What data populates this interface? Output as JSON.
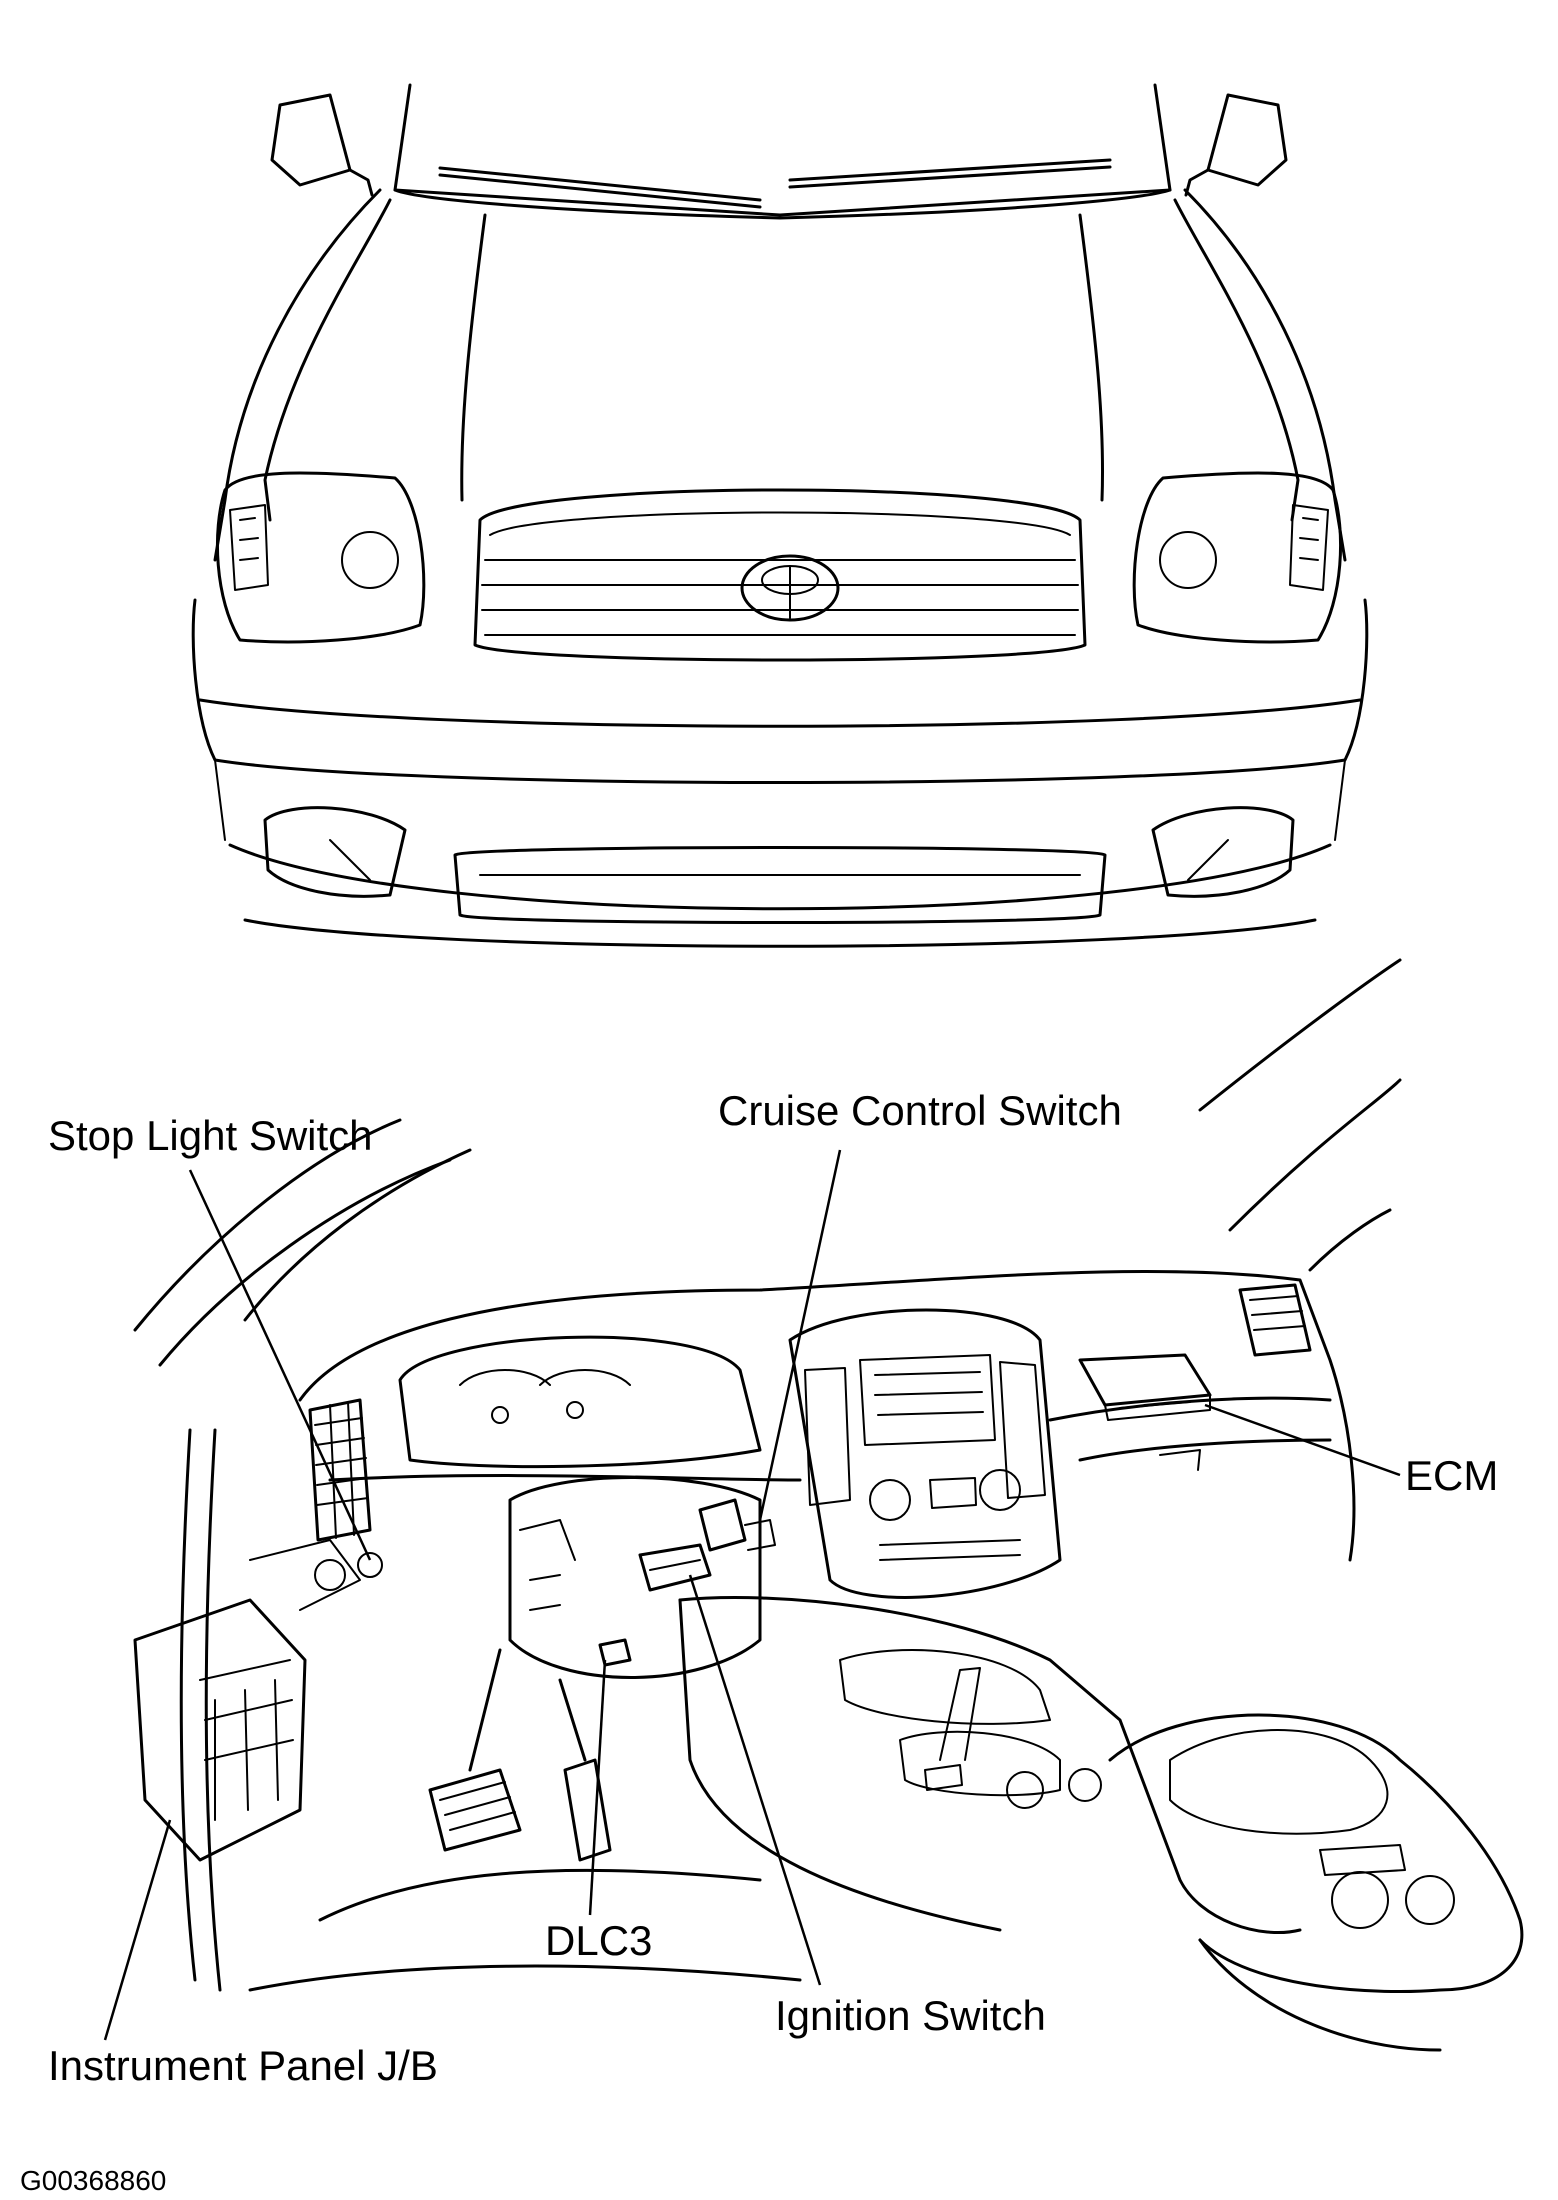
{
  "labels": {
    "stop_light_switch": "Stop Light Switch",
    "cruise_control_switch": "Cruise Control Switch",
    "ecm": "ECM",
    "dlc3": "DLC3",
    "ignition_switch": "Ignition Switch",
    "instrument_panel_jb": "Instrument Panel J/B"
  },
  "figure_id": "G00368860",
  "colors": {
    "line": "#000000",
    "background": "#ffffff"
  }
}
